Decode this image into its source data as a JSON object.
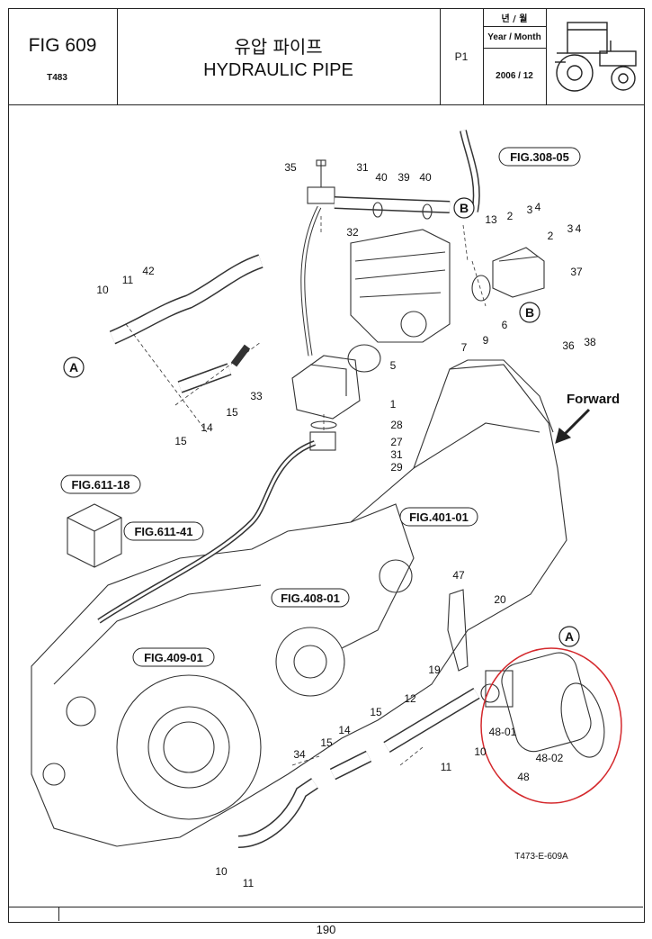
{
  "header": {
    "fig_number": "FIG 609",
    "model_code": "T483",
    "title_korean": "유압 파이프",
    "title_english": "HYDRAULIC PIPE",
    "page_label": "P1",
    "date_label_korean": "년 / 월",
    "date_label_english": "Year / Month",
    "date_value": "2006 / 12"
  },
  "diagram": {
    "forward_label": "Forward",
    "drawing_code": "T473-E-609A",
    "references": {
      "fig_308_05": "FIG.308-05",
      "fig_611_18": "FIG.611-18",
      "fig_611_41": "FIG.611-41",
      "fig_401_01": "FIG.401-01",
      "fig_408_01": "FIG.408-01",
      "fig_409_01": "FIG.409-01"
    },
    "connectors": {
      "a": "A",
      "b": "B"
    },
    "callouts": [
      "35",
      "31",
      "40",
      "39",
      "40",
      "13",
      "2",
      "3",
      "4",
      "2",
      "3",
      "4",
      "32",
      "42",
      "11",
      "10",
      "37",
      "7",
      "9",
      "6",
      "36",
      "38",
      "5",
      "33",
      "15",
      "14",
      "15",
      "1",
      "28",
      "27",
      "31",
      "29",
      "47",
      "20",
      "19",
      "12",
      "15",
      "14",
      "15",
      "11",
      "10",
      "34",
      "10",
      "11",
      "48-01",
      "48-02",
      "48"
    ]
  },
  "footer": {
    "page_number": "190"
  },
  "colors": {
    "highlight": "#d4282c",
    "line": "#222222"
  }
}
